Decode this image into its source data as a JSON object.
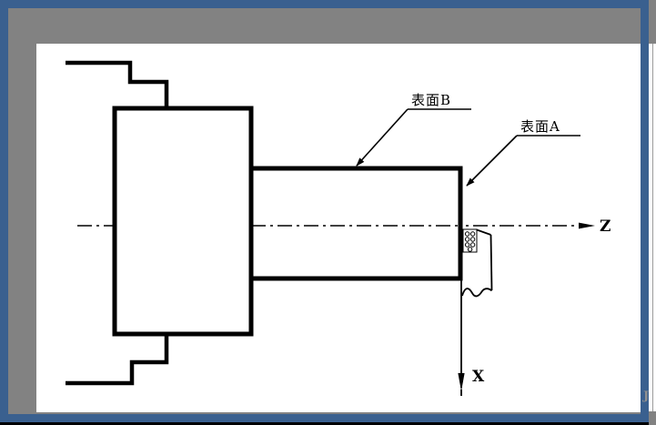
{
  "theme": {
    "canvas_bg": "#000000",
    "frame_border": "#3a608f",
    "mat_bg": "#828282",
    "panel_bg": "#ffffff",
    "line_color": "#000000",
    "artifact_color": "#8f8f8f"
  },
  "diagram": {
    "type": "lathe-turning-schematic",
    "labels": {
      "surface_b": "表面B",
      "surface_a": "表面A",
      "z_axis": "Z",
      "x_axis": "X"
    },
    "parts": [
      "chuck-with-jaws",
      "stepped-shaft-workpiece",
      "cutting-tool-with-break-line",
      "dash-dot-centerline"
    ]
  },
  "artifact": {
    "text": "J"
  }
}
